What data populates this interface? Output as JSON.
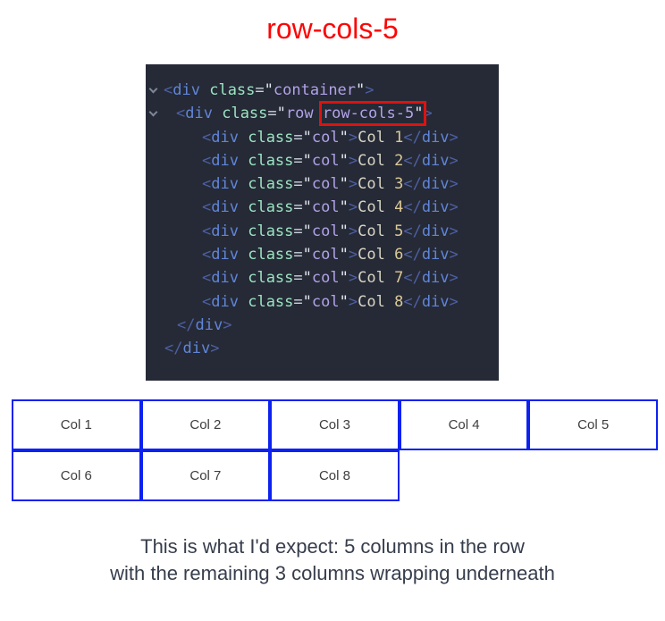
{
  "title": {
    "text": "row-cols-5",
    "color": "#fb0505"
  },
  "code_panel": {
    "background": "#252a36",
    "highlight_border_color": "#dd1210",
    "token_colors": {
      "angle": "#4e5fa3",
      "tag": "#6185d8",
      "attr": "#9ce4c2",
      "eq": "#ccd2dc",
      "quote": "#e3e7ef",
      "val": "#b2a2e8",
      "text": "#d8d4c4",
      "num": "#dcc998",
      "chevron": "#7e8797"
    },
    "lines": [
      {
        "chevron": true,
        "indent": 0,
        "tokens": [
          {
            "c": "angle",
            "t": "<"
          },
          {
            "c": "tag",
            "t": "div"
          },
          {
            "c": "plain",
            "t": " "
          },
          {
            "c": "attr",
            "t": "class"
          },
          {
            "c": "eq",
            "t": "="
          },
          {
            "c": "quote",
            "t": "\""
          },
          {
            "c": "val",
            "t": "container"
          },
          {
            "c": "quote",
            "t": "\""
          },
          {
            "c": "angle",
            "t": ">"
          }
        ]
      },
      {
        "chevron": true,
        "indent": 14,
        "tokens": [
          {
            "c": "angle",
            "t": "<"
          },
          {
            "c": "tag",
            "t": "div"
          },
          {
            "c": "plain",
            "t": " "
          },
          {
            "c": "attr",
            "t": "class"
          },
          {
            "c": "eq",
            "t": "="
          },
          {
            "c": "quote",
            "t": "\""
          },
          {
            "c": "val",
            "t": "row "
          },
          {
            "c": "val",
            "t": "row-cols-5",
            "box": true
          },
          {
            "c": "quote",
            "t": "\"",
            "box": true
          },
          {
            "c": "angle",
            "t": ">"
          }
        ]
      },
      {
        "chevron": false,
        "indent": 43,
        "tokens": [
          {
            "c": "angle",
            "t": "<"
          },
          {
            "c": "tag",
            "t": "div"
          },
          {
            "c": "plain",
            "t": " "
          },
          {
            "c": "attr",
            "t": "class"
          },
          {
            "c": "eq",
            "t": "="
          },
          {
            "c": "quote",
            "t": "\""
          },
          {
            "c": "val",
            "t": "col"
          },
          {
            "c": "quote",
            "t": "\""
          },
          {
            "c": "angle",
            "t": ">"
          },
          {
            "c": "text",
            "t": "Col "
          },
          {
            "c": "num",
            "t": "1"
          },
          {
            "c": "angle",
            "t": "</"
          },
          {
            "c": "tag",
            "t": "div"
          },
          {
            "c": "angle",
            "t": ">"
          }
        ]
      },
      {
        "chevron": false,
        "indent": 43,
        "tokens": [
          {
            "c": "angle",
            "t": "<"
          },
          {
            "c": "tag",
            "t": "div"
          },
          {
            "c": "plain",
            "t": " "
          },
          {
            "c": "attr",
            "t": "class"
          },
          {
            "c": "eq",
            "t": "="
          },
          {
            "c": "quote",
            "t": "\""
          },
          {
            "c": "val",
            "t": "col"
          },
          {
            "c": "quote",
            "t": "\""
          },
          {
            "c": "angle",
            "t": ">"
          },
          {
            "c": "text",
            "t": "Col "
          },
          {
            "c": "num",
            "t": "2"
          },
          {
            "c": "angle",
            "t": "</"
          },
          {
            "c": "tag",
            "t": "div"
          },
          {
            "c": "angle",
            "t": ">"
          }
        ]
      },
      {
        "chevron": false,
        "indent": 43,
        "tokens": [
          {
            "c": "angle",
            "t": "<"
          },
          {
            "c": "tag",
            "t": "div"
          },
          {
            "c": "plain",
            "t": " "
          },
          {
            "c": "attr",
            "t": "class"
          },
          {
            "c": "eq",
            "t": "="
          },
          {
            "c": "quote",
            "t": "\""
          },
          {
            "c": "val",
            "t": "col"
          },
          {
            "c": "quote",
            "t": "\""
          },
          {
            "c": "angle",
            "t": ">"
          },
          {
            "c": "text",
            "t": "Col "
          },
          {
            "c": "num",
            "t": "3"
          },
          {
            "c": "angle",
            "t": "</"
          },
          {
            "c": "tag",
            "t": "div"
          },
          {
            "c": "angle",
            "t": ">"
          }
        ]
      },
      {
        "chevron": false,
        "indent": 43,
        "tokens": [
          {
            "c": "angle",
            "t": "<"
          },
          {
            "c": "tag",
            "t": "div"
          },
          {
            "c": "plain",
            "t": " "
          },
          {
            "c": "attr",
            "t": "class"
          },
          {
            "c": "eq",
            "t": "="
          },
          {
            "c": "quote",
            "t": "\""
          },
          {
            "c": "val",
            "t": "col"
          },
          {
            "c": "quote",
            "t": "\""
          },
          {
            "c": "angle",
            "t": ">"
          },
          {
            "c": "text",
            "t": "Col "
          },
          {
            "c": "num",
            "t": "4"
          },
          {
            "c": "angle",
            "t": "</"
          },
          {
            "c": "tag",
            "t": "div"
          },
          {
            "c": "angle",
            "t": ">"
          }
        ]
      },
      {
        "chevron": false,
        "indent": 43,
        "tokens": [
          {
            "c": "angle",
            "t": "<"
          },
          {
            "c": "tag",
            "t": "div"
          },
          {
            "c": "plain",
            "t": " "
          },
          {
            "c": "attr",
            "t": "class"
          },
          {
            "c": "eq",
            "t": "="
          },
          {
            "c": "quote",
            "t": "\""
          },
          {
            "c": "val",
            "t": "col"
          },
          {
            "c": "quote",
            "t": "\""
          },
          {
            "c": "angle",
            "t": ">"
          },
          {
            "c": "text",
            "t": "Col "
          },
          {
            "c": "num",
            "t": "5"
          },
          {
            "c": "angle",
            "t": "</"
          },
          {
            "c": "tag",
            "t": "div"
          },
          {
            "c": "angle",
            "t": ">"
          }
        ]
      },
      {
        "chevron": false,
        "indent": 43,
        "tokens": [
          {
            "c": "angle",
            "t": "<"
          },
          {
            "c": "tag",
            "t": "div"
          },
          {
            "c": "plain",
            "t": " "
          },
          {
            "c": "attr",
            "t": "class"
          },
          {
            "c": "eq",
            "t": "="
          },
          {
            "c": "quote",
            "t": "\""
          },
          {
            "c": "val",
            "t": "col"
          },
          {
            "c": "quote",
            "t": "\""
          },
          {
            "c": "angle",
            "t": ">"
          },
          {
            "c": "text",
            "t": "Col "
          },
          {
            "c": "num",
            "t": "6"
          },
          {
            "c": "angle",
            "t": "</"
          },
          {
            "c": "tag",
            "t": "div"
          },
          {
            "c": "angle",
            "t": ">"
          }
        ]
      },
      {
        "chevron": false,
        "indent": 43,
        "tokens": [
          {
            "c": "angle",
            "t": "<"
          },
          {
            "c": "tag",
            "t": "div"
          },
          {
            "c": "plain",
            "t": " "
          },
          {
            "c": "attr",
            "t": "class"
          },
          {
            "c": "eq",
            "t": "="
          },
          {
            "c": "quote",
            "t": "\""
          },
          {
            "c": "val",
            "t": "col"
          },
          {
            "c": "quote",
            "t": "\""
          },
          {
            "c": "angle",
            "t": ">"
          },
          {
            "c": "text",
            "t": "Col "
          },
          {
            "c": "num",
            "t": "7"
          },
          {
            "c": "angle",
            "t": "</"
          },
          {
            "c": "tag",
            "t": "div"
          },
          {
            "c": "angle",
            "t": ">"
          }
        ]
      },
      {
        "chevron": false,
        "indent": 43,
        "tokens": [
          {
            "c": "angle",
            "t": "<"
          },
          {
            "c": "tag",
            "t": "div"
          },
          {
            "c": "plain",
            "t": " "
          },
          {
            "c": "attr",
            "t": "class"
          },
          {
            "c": "eq",
            "t": "="
          },
          {
            "c": "quote",
            "t": "\""
          },
          {
            "c": "val",
            "t": "col"
          },
          {
            "c": "quote",
            "t": "\""
          },
          {
            "c": "angle",
            "t": ">"
          },
          {
            "c": "text",
            "t": "Col "
          },
          {
            "c": "num",
            "t": "8"
          },
          {
            "c": "angle",
            "t": "</"
          },
          {
            "c": "tag",
            "t": "div"
          },
          {
            "c": "angle",
            "t": ">"
          }
        ]
      },
      {
        "chevron": false,
        "indent": 15,
        "tokens": [
          {
            "c": "angle",
            "t": "</"
          },
          {
            "c": "tag",
            "t": "div"
          },
          {
            "c": "angle",
            "t": ">"
          }
        ]
      },
      {
        "chevron": false,
        "indent": 1,
        "tokens": [
          {
            "c": "angle",
            "t": "</"
          },
          {
            "c": "tag",
            "t": "div"
          },
          {
            "c": "angle",
            "t": ">"
          }
        ]
      }
    ]
  },
  "grid": {
    "border_color": "#0d22f0",
    "columns_per_row": 5,
    "cells": [
      "Col 1",
      "Col 2",
      "Col 3",
      "Col 4",
      "Col 5",
      "Col 6",
      "Col 7",
      "Col 8"
    ]
  },
  "caption": {
    "line1": "This is what I'd expect: 5 columns in the row",
    "line2": "with the remaining 3 columns wrapping underneath"
  }
}
